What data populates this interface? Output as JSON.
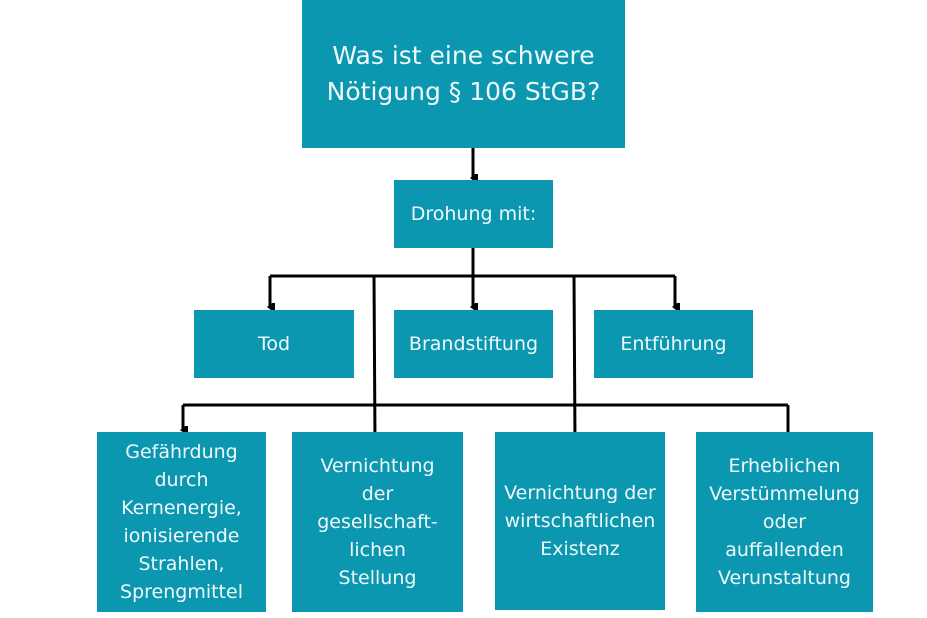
{
  "title": "Was ist eine schwere Nötigung § 106 StGB?",
  "threat": "Drohung mit:",
  "middle": [
    "Tod",
    "Brandstiftung",
    "Entführung"
  ],
  "bottom": [
    "Gefährdung durch Kernenergie, ionisierende Strahlen, Sprengmittel",
    "Vernichtung der gesellschaft-lichen Stellung",
    "Vernichtung der wirtschaftlichen Existenz",
    "Erheblichen Verstümmelung oder auffallenden Verunstaltung"
  ],
  "colors": {
    "box": "#0b97b0",
    "text": "#eef9fb",
    "line": "#000000"
  }
}
